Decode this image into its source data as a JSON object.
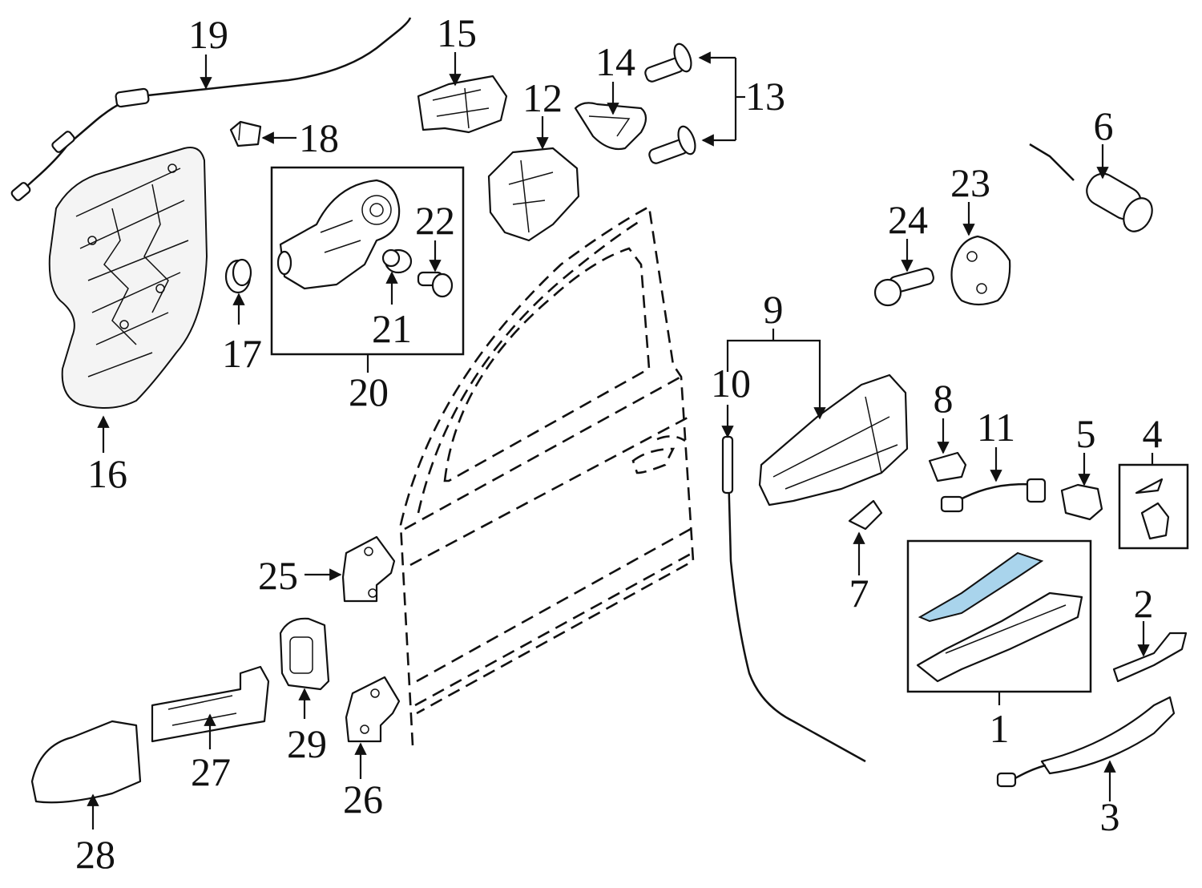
{
  "diagram": {
    "callouts": [
      {
        "id": "c1",
        "label": "1"
      },
      {
        "id": "c2",
        "label": "2"
      },
      {
        "id": "c3",
        "label": "3"
      },
      {
        "id": "c4",
        "label": "4"
      },
      {
        "id": "c5",
        "label": "5"
      },
      {
        "id": "c6",
        "label": "6"
      },
      {
        "id": "c7",
        "label": "7"
      },
      {
        "id": "c8",
        "label": "8"
      },
      {
        "id": "c9",
        "label": "9"
      },
      {
        "id": "c10",
        "label": "10"
      },
      {
        "id": "c11",
        "label": "11"
      },
      {
        "id": "c12",
        "label": "12"
      },
      {
        "id": "c13",
        "label": "13"
      },
      {
        "id": "c14",
        "label": "14"
      },
      {
        "id": "c15",
        "label": "15"
      },
      {
        "id": "c16",
        "label": "16"
      },
      {
        "id": "c17",
        "label": "17"
      },
      {
        "id": "c18",
        "label": "18"
      },
      {
        "id": "c19",
        "label": "19"
      },
      {
        "id": "c20",
        "label": "20"
      },
      {
        "id": "c21",
        "label": "21"
      },
      {
        "id": "c22",
        "label": "22"
      },
      {
        "id": "c23",
        "label": "23"
      },
      {
        "id": "c24",
        "label": "24"
      },
      {
        "id": "c25",
        "label": "25"
      },
      {
        "id": "c26",
        "label": "26"
      },
      {
        "id": "c27",
        "label": "27"
      },
      {
        "id": "c28",
        "label": "28"
      },
      {
        "id": "c29",
        "label": "29"
      }
    ],
    "colors": {
      "line": "#111111",
      "background": "#ffffff",
      "highlight": "#a9d4ec"
    }
  }
}
